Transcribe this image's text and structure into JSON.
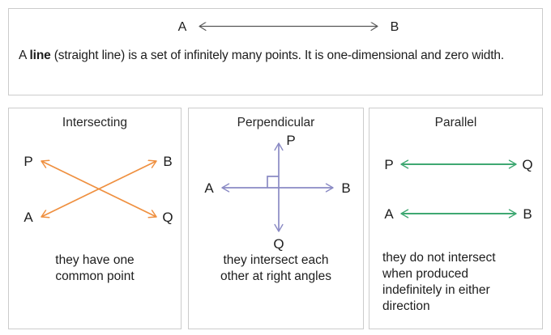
{
  "colors": {
    "panel_border": "#cccccc",
    "page_background": "#ffffff",
    "text": "#1d1d1d",
    "top_arrow": "#555555",
    "intersecting_arrow": "#ef9040",
    "perpendicular_arrow": "#8a8ac4",
    "parallel_arrow": "#3fa872"
  },
  "top_panel": {
    "figure": {
      "type": "double-headed-arrow",
      "left_label": "A",
      "right_label": "B",
      "color": "#555555"
    },
    "definition": {
      "before": "A ",
      "bold": "line",
      "after": " (straight line) is a set of infinitely many points. It is one-dimensional and zero width."
    }
  },
  "panels": [
    {
      "id": "intersecting",
      "title": "Intersecting",
      "caption": "they have one\ncommon point",
      "caption_align": "center",
      "figure": {
        "type": "crossed-lines",
        "color": "#ef9040",
        "labels": {
          "top_left": "P",
          "top_right": "B",
          "bottom_left": "A",
          "bottom_right": "Q"
        }
      }
    },
    {
      "id": "perpendicular",
      "title": "Perpendicular",
      "caption": "they intersect each\nother at right angles",
      "caption_align": "center",
      "figure": {
        "type": "perpendicular-cross",
        "color": "#8a8ac4",
        "right_angle_marker": true,
        "labels": {
          "top": "P",
          "bottom": "Q",
          "left": "A",
          "right": "B"
        }
      }
    },
    {
      "id": "parallel",
      "title": "Parallel",
      "caption": "they do not intersect\nwhen produced\nindefinitely in  either\ndirection",
      "caption_align": "left",
      "figure": {
        "type": "parallel-lines",
        "color": "#3fa872",
        "lines": [
          {
            "left_label": "P",
            "right_label": "Q"
          },
          {
            "left_label": "A",
            "right_label": "B"
          }
        ]
      }
    }
  ]
}
